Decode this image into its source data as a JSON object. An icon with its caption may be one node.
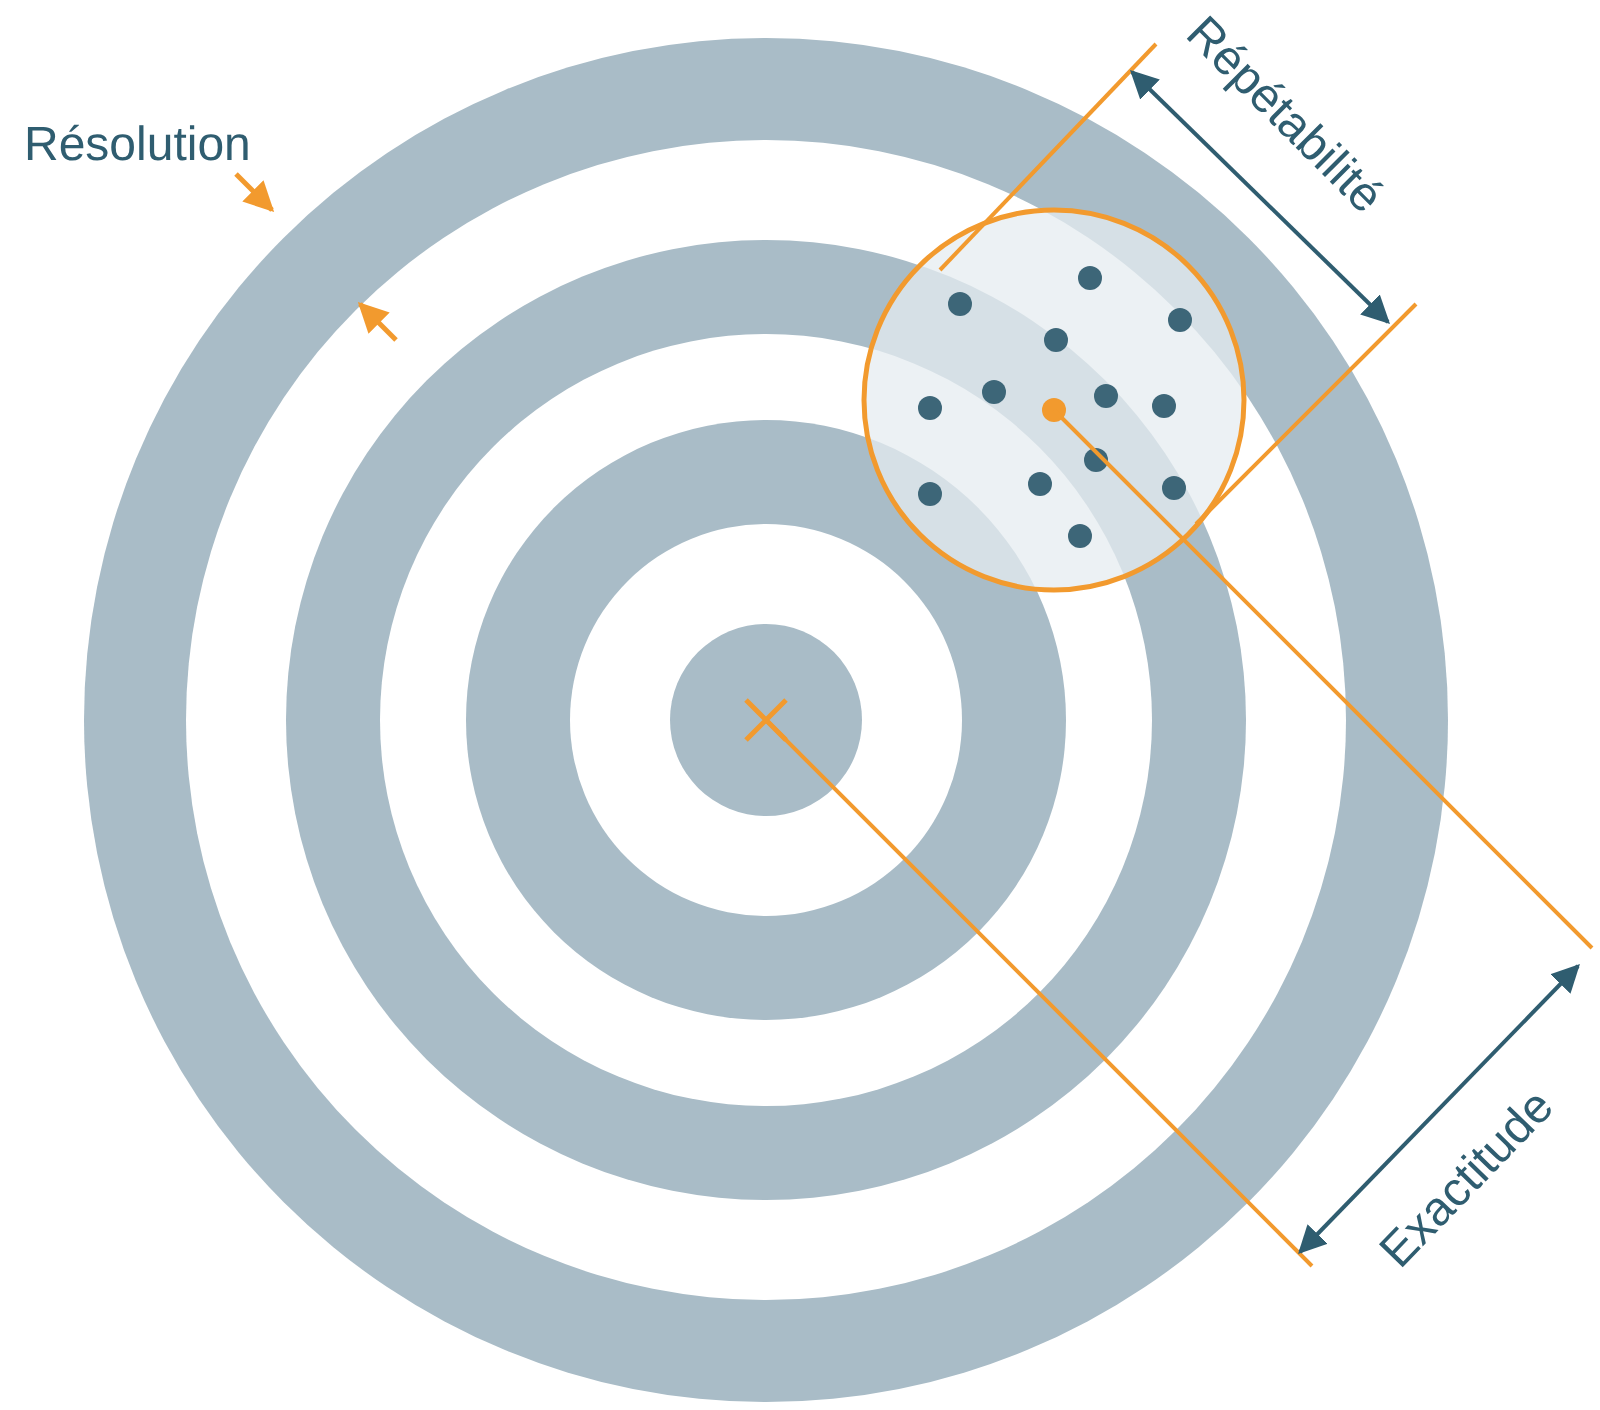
{
  "diagram": {
    "labels": [
      "Résolution",
      "Répétabilité",
      "Exactitude"
    ]
  }
}
